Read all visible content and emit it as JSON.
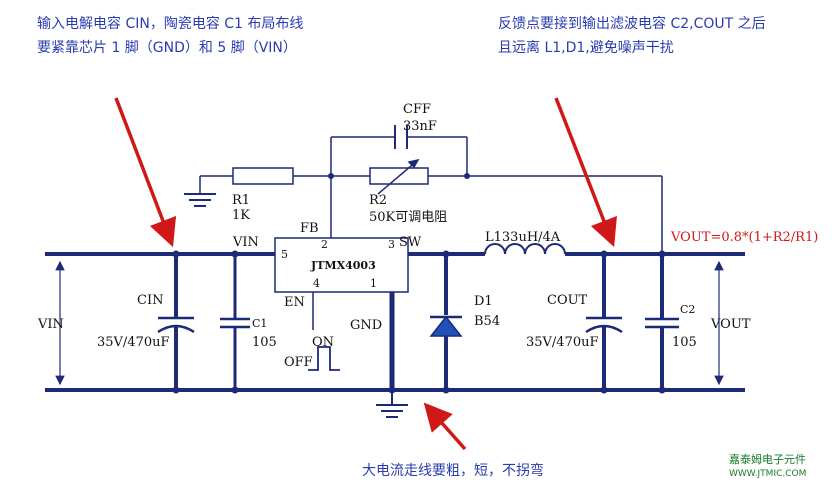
{
  "notes": {
    "top_left_line1": "输入电解电容 CIN，陶瓷电容 C1 布局布线",
    "top_left_line2": "要紧靠芯片 1 脚（GND）和 5 脚（VIN）",
    "top_right_line1": "反馈点要接到输出滤波电容 C2,COUT 之后",
    "top_right_line2": "且远离 L1,D1,避免噪声干扰",
    "bottom": "大电流走线要粗，短，不拐弯"
  },
  "components": {
    "cff_name": "CFF",
    "cff_value": "33nF",
    "r1_name": "R1",
    "r1_value": "1K",
    "r2_name": "R2",
    "r2_value": "50K可调电阻",
    "chip_name": "JTMX4003",
    "pin_fb": "FB",
    "pin_vin": "VIN",
    "pin_sw": "SW",
    "pin_en": "EN",
    "pin_gnd": "GND",
    "pin_2": "2",
    "pin_3": "3",
    "pin_4": "4",
    "pin_1": "1",
    "pin_5": "5",
    "inductor": "L133uH/4A",
    "vout_formula": "VOUT=0.8*(1+R2/R1)",
    "vin_label": "VIN",
    "vout_label": "VOUT",
    "cin_name": "CIN",
    "cin_value": "35V/470uF",
    "c1_name": "C1",
    "c1_value": "105",
    "cout_name": "COUT",
    "cout_value": "35V/470uF",
    "c2_name": "C2",
    "c2_value": "105",
    "d1_name": "D1",
    "d1_value": "B54",
    "en_on": "ON",
    "en_off": "OFF"
  },
  "watermark": {
    "line1": "嘉泰姆电子元件",
    "line2": "WWW.JTMIC.COM"
  },
  "colors": {
    "wire": "#1c2a78",
    "arrow": "#d01818",
    "note_text": "#2a3cb0",
    "formula": "#d01818",
    "watermark": "#1a7a2a"
  }
}
